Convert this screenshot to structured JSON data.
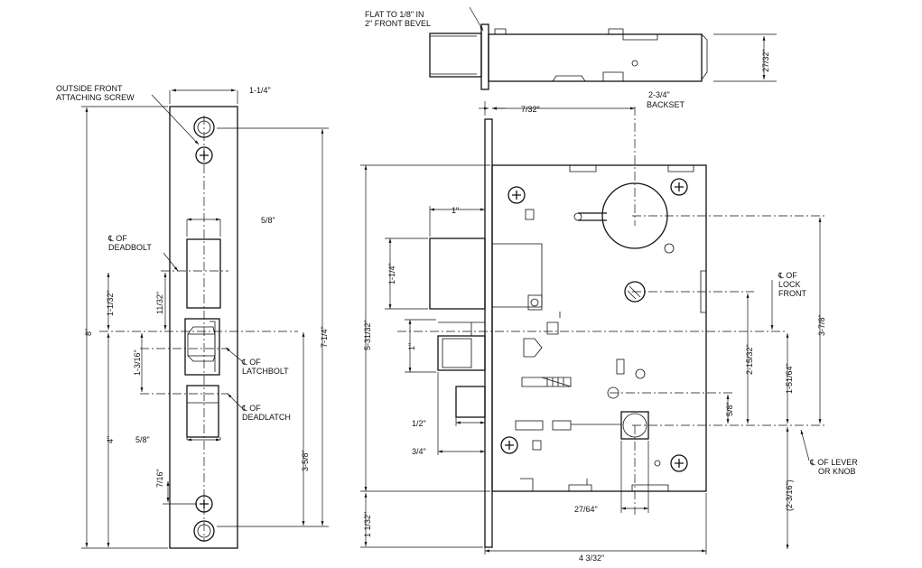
{
  "labels": {
    "outside_front_1": "OUTSIDE FRONT",
    "outside_front_2": "ATTACHING SCREW",
    "flat_1": "FLAT TO 1/8\" IN",
    "flat_2": "2\" FRONT BEVEL",
    "cl_deadbolt_1": "℄ OF",
    "cl_deadbolt_2": "DEADBOLT",
    "cl_latchbolt_1": "℄ OF",
    "cl_latchbolt_2": "LATCHBOLT",
    "cl_deadlatch_1": "℄ OF",
    "cl_deadlatch_2": "DEADLATCH",
    "cl_lockfront_1": "℄ OF",
    "cl_lockfront_2": "LOCK",
    "cl_lockfront_3": "FRONT",
    "cl_lever_1": "℄ OF LEVER",
    "cl_lever_2": "OR KNOB",
    "backset_1": "2-3/4\"",
    "backset_2": "BACKSET"
  },
  "dims": {
    "d_1_1_4_top": "1-1/4\"",
    "d_5_8_top": "5/8\"",
    "d_8": "8\"",
    "d_7_1_4": "7-1/4\"",
    "d_1_1_32": "1-1/32\"",
    "d_11_32": "11/32\"",
    "d_1_3_16": "1-3/16\"",
    "d_4": "4\"",
    "d_5_8_bot": "5/8\"",
    "d_3_5_8": "3-5/8\"",
    "d_7_16": "7/16\"",
    "d_7_32": "7/32\"",
    "d_27_32": "27/32\"",
    "d_1_top": "1\"",
    "d_1_1_4_side": "1-1/4\"",
    "d_5_31_32": "5-31/32\"",
    "d_1_mid": "1\"",
    "d_1_2": "1/2\"",
    "d_3_4": "3/4\"",
    "d_1_1_32_bot": "1 1/32\"",
    "d_27_64": "27/64\"",
    "d_4_3_32": "4 3/32\"",
    "d_2_15_32": "2-15/32\"",
    "d_5_8_side": "5/8\"",
    "d_1_51_64": "1-51/64\"",
    "d_3_7_8": "3-7/8\"",
    "d_2_3_16": "(2-3/16\")"
  }
}
